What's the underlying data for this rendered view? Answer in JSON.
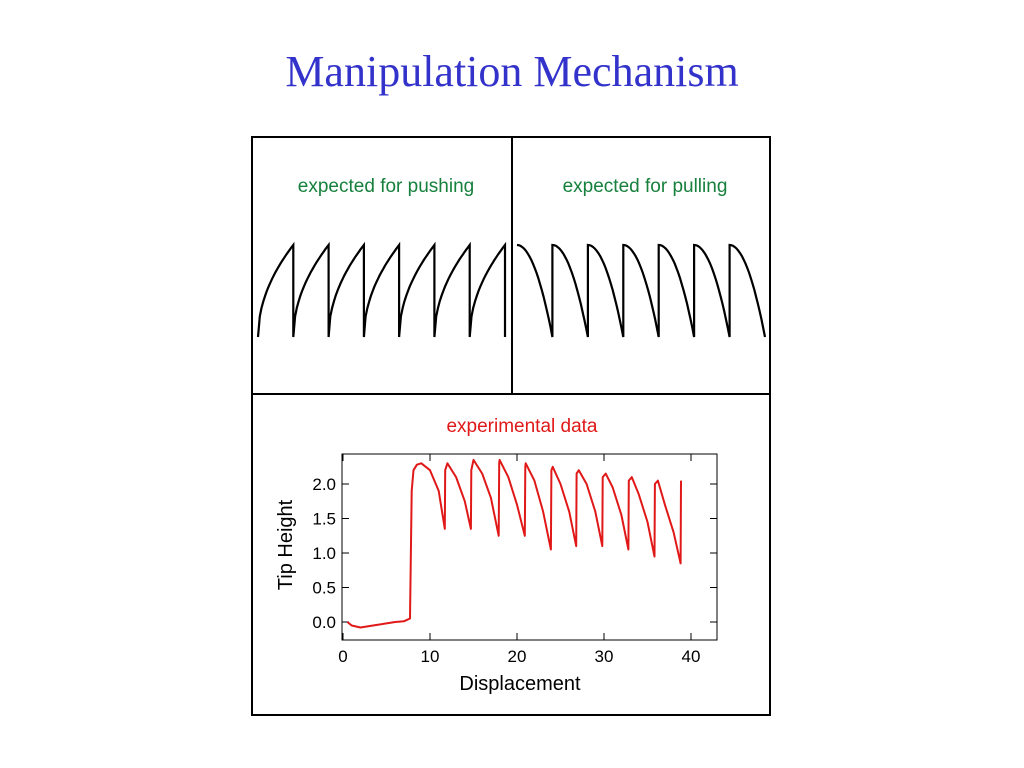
{
  "slide": {
    "title": "Manipulation Mechanism"
  },
  "colors": {
    "title": "#3333cc",
    "panel_label": "#17803d",
    "experimental": "#e01818",
    "schematic": "#000000"
  },
  "chart_data": [
    {
      "type": "line",
      "title": "expected for pushing",
      "description_profile": "sawtooth: abrupt drop, then gradual rise",
      "teeth": 7,
      "xlabel": "",
      "ylabel": ""
    },
    {
      "type": "line",
      "title": "expected for pulling",
      "description_profile": "sawtooth: abrupt rise, then gradual fall",
      "teeth": 7,
      "xlabel": "",
      "ylabel": ""
    },
    {
      "type": "line",
      "title": "experimental data",
      "xlabel": "Displacement",
      "ylabel": "Tip Height",
      "xlim": [
        0,
        43
      ],
      "ylim": [
        -0.2,
        2.45
      ],
      "xticks": [
        0,
        10,
        20,
        30,
        40
      ],
      "xtick_labels": [
        "0",
        "10",
        "20",
        "30",
        "40"
      ],
      "yticks": [
        0.0,
        0.5,
        1.0,
        1.5,
        2.0
      ],
      "ytick_labels": [
        "0.0",
        "0.5",
        "1.0",
        "1.5",
        "2.0"
      ],
      "series": [
        {
          "x": [
            0.5,
            1,
            2,
            3,
            4,
            5,
            6,
            7,
            7.7,
            7.9,
            8.1,
            8.5,
            9,
            10,
            11,
            11.7,
            11.75,
            12,
            13,
            14,
            14.7,
            14.75,
            15,
            16,
            17,
            17.9,
            17.95,
            18,
            19,
            20,
            20.9,
            20.95,
            21,
            22,
            23,
            23.9,
            23.95,
            24.1,
            25,
            26,
            26.8,
            26.85,
            27.1,
            28,
            29,
            29.8,
            29.85,
            30.2,
            31,
            32,
            32.8,
            32.85,
            33.2,
            34,
            35,
            35.8,
            35.85,
            36.2,
            37,
            38,
            38.8,
            38.85
          ],
          "y": [
            0.0,
            -0.05,
            -0.08,
            -0.06,
            -0.04,
            -0.02,
            0.0,
            0.01,
            0.05,
            1.9,
            2.2,
            2.28,
            2.3,
            2.2,
            1.9,
            1.35,
            2.2,
            2.3,
            2.1,
            1.75,
            1.35,
            2.2,
            2.35,
            2.15,
            1.8,
            1.25,
            2.3,
            2.35,
            2.1,
            1.7,
            1.25,
            2.25,
            2.3,
            2.05,
            1.6,
            1.05,
            2.2,
            2.25,
            2.0,
            1.6,
            1.1,
            2.15,
            2.2,
            2.0,
            1.6,
            1.1,
            2.1,
            2.15,
            1.95,
            1.55,
            1.05,
            2.05,
            2.1,
            1.85,
            1.45,
            0.95,
            2.0,
            2.05,
            1.7,
            1.3,
            0.85,
            2.05
          ]
        }
      ]
    }
  ]
}
